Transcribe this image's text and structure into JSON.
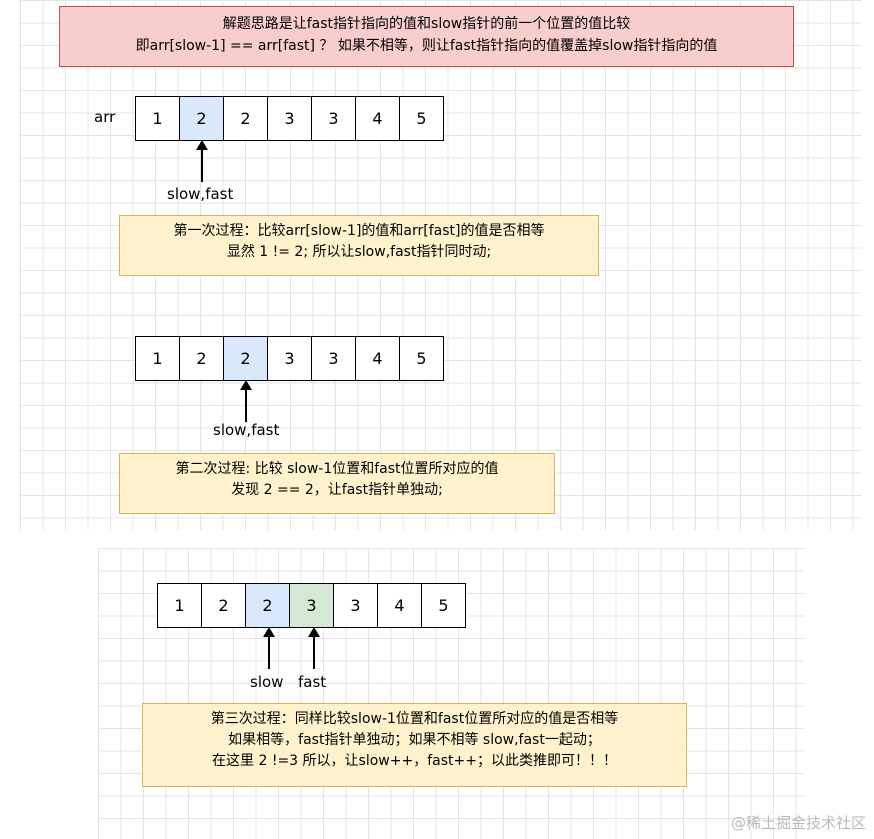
{
  "title_box": {
    "line1": "解题思路是让fast指针指向的值和slow指针的前一个位置的值比较",
    "line2": "即arr[slow-1] == arr[fast] ？ 如果不相等，则让fast指针指向的值覆盖掉slow指针指向的值"
  },
  "step1": {
    "array_label": "arr",
    "cells": [
      "1",
      "2",
      "2",
      "3",
      "3",
      "4",
      "5"
    ],
    "pointer_label": "slow,fast",
    "note_line1": "第一次过程：比较arr[slow-1]的值和arr[fast]的值是否相等",
    "note_line2": "显然 1 != 2; 所以让slow,fast指针同时动;"
  },
  "step2": {
    "cells": [
      "1",
      "2",
      "2",
      "3",
      "3",
      "4",
      "5"
    ],
    "pointer_label": "slow,fast",
    "note_line1": "第二次过程: 比较 slow-1位置和fast位置所对应的值",
    "note_line2": "发现 2 == 2，让fast指针单独动;"
  },
  "step3": {
    "cells": [
      "1",
      "2",
      "2",
      "3",
      "3",
      "4",
      "5"
    ],
    "slow_label": "slow",
    "fast_label": "fast",
    "note_line1": "第三次过程：同样比较slow-1位置和fast位置所对应的值是否相等",
    "note_line2": "如果相等，fast指针单独动；如果不相等 slow,fast一起动；",
    "note_line3": "在这里  2 !=3 所以，让slow++，fast++；以此类推即可！！！"
  },
  "colors": {
    "title_fill": "#f8cecc",
    "title_border": "#b85450",
    "note_fill": "#fff2cc",
    "note_border": "#d6b656",
    "slow_cell": "#dae8fc",
    "fast_cell": "#d5e8d4"
  },
  "watermark": "@稀土掘金技术社区"
}
